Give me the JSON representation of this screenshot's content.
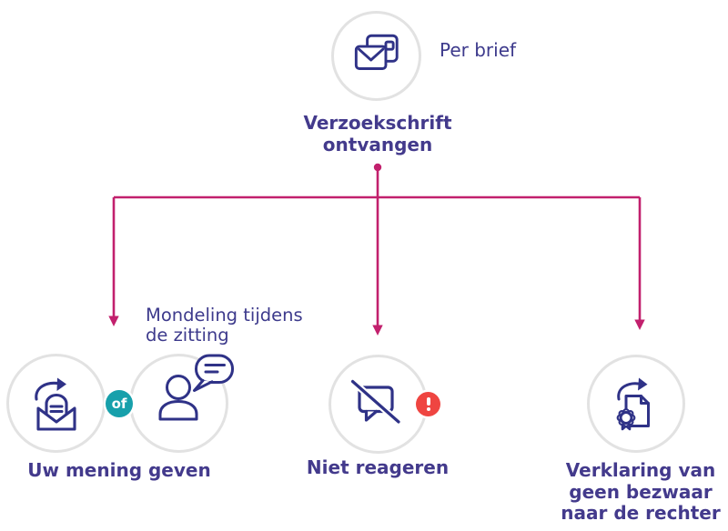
{
  "diagram": {
    "root": {
      "icon": "mail-received-icon",
      "label": "Per brief",
      "title_lines": [
        "Verzoekschrift",
        "ontvangen"
      ]
    },
    "branches": [
      {
        "title": "Uw mening geven",
        "annotation_lines": [
          "Mondeling tijdens",
          "de zitting"
        ],
        "or_label": "of",
        "icons": [
          "letter-send-icon",
          "person-speaking-icon"
        ]
      },
      {
        "title": "Niet reageren",
        "icon": "no-reply-icon",
        "badge_icon": "exclamation-icon"
      },
      {
        "title_lines": [
          "Verklaring van",
          "geen bezwaar",
          "naar de rechter"
        ],
        "icon": "document-seal-icon"
      }
    ]
  },
  "colors": {
    "connector": "#C2206D",
    "icon_stroke": "#2F3287",
    "heading_text": "#433A8C",
    "label_text": "#3D3A8C",
    "or_badge": "#17A0AB",
    "alert_badge": "#EF4541",
    "circle_border": "#E2E2E2"
  }
}
